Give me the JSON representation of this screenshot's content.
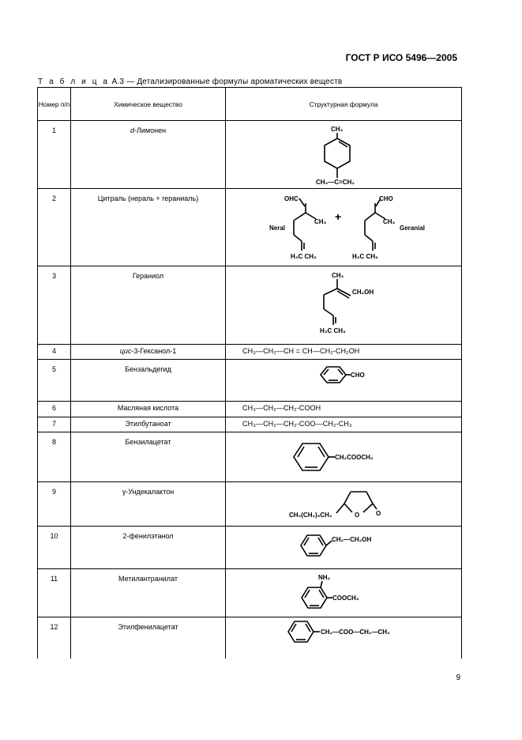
{
  "header": {
    "standard": "ГОСТ Р ИСО 5496—2005"
  },
  "caption": {
    "label": "Т а б л и ц а",
    "title": "А.3 — Детализированные формулы ароматических веществ"
  },
  "table": {
    "col_num": "Номер п/п",
    "col_name": "Химическое вещество",
    "col_formula": "Структурная формула",
    "rows": [
      {
        "num": "1",
        "prefix": "d",
        "name": "-Лимонен"
      },
      {
        "num": "2",
        "name": "Цитраль (нераль + гераниаль)"
      },
      {
        "num": "3",
        "name": "Гераниол"
      },
      {
        "num": "4",
        "prefix": "цис",
        "name": "-3-Гексанол-1",
        "formula": "CH₃—CH₂—CH = CH—CH₂-CH₂OH"
      },
      {
        "num": "5",
        "name": "Бензальдегид"
      },
      {
        "num": "6",
        "name": "Масляная кислота",
        "formula": "CH₃—CH₂—CH₂-COOH"
      },
      {
        "num": "7",
        "name": "Этилбутаноат",
        "formula": "CH₃—CH₂—CH₂-COO—CH₂-CH₃"
      },
      {
        "num": "8",
        "name": "Бензилацетат"
      },
      {
        "num": "9",
        "name": "γ-Ундекалактон"
      },
      {
        "num": "10",
        "name": "2-фенилэтанол"
      },
      {
        "num": "11",
        "name": "Метилантранилат"
      },
      {
        "num": "12",
        "name": "Этилфенилацетат"
      }
    ]
  },
  "structures": {
    "s1": {
      "top": "CH₃",
      "bottom": "CH₃—C=CH₂"
    },
    "s2": {
      "left_group": "OHC",
      "left_ch3": "CH₃",
      "left_label": "Neral",
      "plus": "+",
      "right_group": "CHO",
      "right_ch3": "CH₃",
      "right_label": "Geranial",
      "left_bottom": "H₃C  CH₃",
      "right_bottom": "H₃C  CH₃"
    },
    "s3": {
      "top": "CH₃",
      "group": "CH₂OH",
      "bottom": "H₃C  CH₃"
    },
    "s5": {
      "group": "CHO"
    },
    "s8": {
      "group": "CH₂COOCH₃"
    },
    "s9": {
      "chain": "CH₃(CH₂)₅CH₂",
      "ring_o": "O",
      "keto": "O"
    },
    "s10": {
      "group": "CH₂—CH₂OH"
    },
    "s11": {
      "top": "NH₂",
      "group": "COOCH₃"
    },
    "s12": {
      "group": "CH₂—COO—CH₂—CH₃"
    }
  },
  "page": {
    "number": "9"
  }
}
